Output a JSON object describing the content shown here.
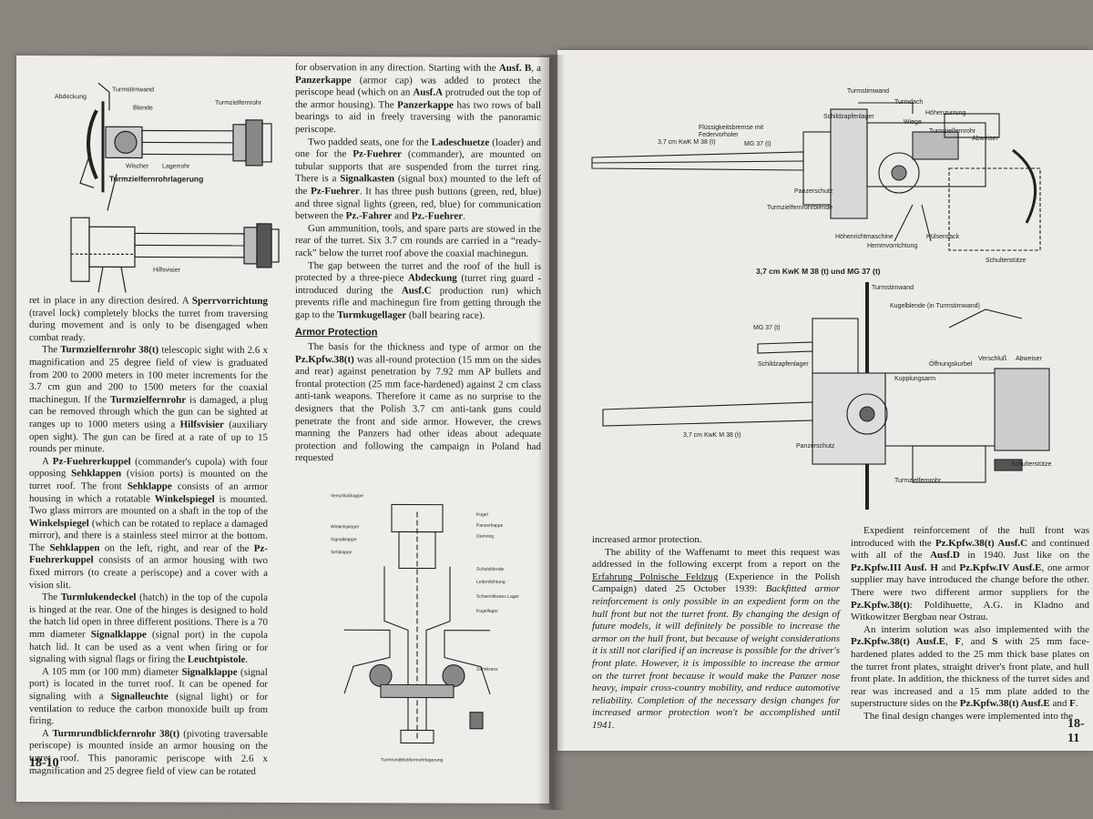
{
  "left": {
    "page_number": "18-10",
    "fig1_title": "Turmzielfernrohrlagerung",
    "fig1_labels": [
      "Abdeckung",
      "Turmstirnwand",
      "Turmzielfernrohr",
      "Blende",
      "Wischer",
      "Lagerrohr",
      "Hilfsvisier"
    ],
    "col1": [
      {
        "parts": [
          {
            "t": "ret in place in any direction desired.  A "
          },
          {
            "b": "Sperrvorrichtung"
          },
          {
            "t": " (travel lock) completely blocks the turret from traversing during movement and is only to be disengaged when combat ready."
          }
        ],
        "noind": true
      },
      {
        "parts": [
          {
            "t": "The "
          },
          {
            "b": "Turmzielfernrohr 38(t)"
          },
          {
            "t": " telescopic sight with 2.6 x magnification and 25 degree field of view is graduated from 200 to 2000 meters in 100 meter increments for the 3.7 cm gun and 200 to 1500 meters for the coaxial machinegun.  If the "
          },
          {
            "b": "Turmzielfernrohr"
          },
          {
            "t": " is damaged, a plug can be removed through which the gun can be sighted at ranges up to 1000 meters using a "
          },
          {
            "b": "Hilfsvisier"
          },
          {
            "t": " (auxiliary open sight). The gun can be fired at a rate of up to 15 rounds per minute."
          }
        ]
      },
      {
        "parts": [
          {
            "t": "A "
          },
          {
            "b": "Pz-Fuehrerkuppel"
          },
          {
            "t": " (commander's cupola) with four opposing "
          },
          {
            "b": "Sehklappen"
          },
          {
            "t": " (vision ports) is mounted on the turret roof. The front "
          },
          {
            "b": "Sehklappe"
          },
          {
            "t": " consists of an armor housing in which a rotatable "
          },
          {
            "b": "Winkelspiegel"
          },
          {
            "t": " is mounted.  Two glass mirrors are mounted on a shaft in the top of the "
          },
          {
            "b": "Winkelspiegel"
          },
          {
            "t": " (which can be rotated to replace a damaged mirror), and there is a stainless steel mirror at the bottom. The "
          },
          {
            "b": "Sehklappen"
          },
          {
            "t": " on the left, right, and rear of the "
          },
          {
            "b": "Pz-Fuehrerkuppel"
          },
          {
            "t": " consists of an armor housing with two fixed mirrors (to create a periscope) and a cover with a vision slit."
          }
        ]
      },
      {
        "parts": [
          {
            "t": "The "
          },
          {
            "b": "Turmlukendeckel"
          },
          {
            "t": " (hatch) in the top of the cupola is hinged at the rear.  One of the hinges is designed to hold the hatch lid open in three different positions.  There is a 70 mm diameter "
          },
          {
            "b": "Signalklappe"
          },
          {
            "t": " (signal port) in the cupola hatch lid.  It can be used as a vent when firing or for signaling with signal flags or firing the "
          },
          {
            "b": "Leuchtpistole"
          },
          {
            "t": "."
          }
        ]
      },
      {
        "parts": [
          {
            "t": "A 105 mm (or 100 mm) diameter "
          },
          {
            "b": "Signalklappe"
          },
          {
            "t": " (signal port) is located in the turret roof.  It can be opened for signaling with a "
          },
          {
            "b": "Signalleuchte"
          },
          {
            "t": " (signal light) or for ventilation to reduce the carbon monoxide built up from firing."
          }
        ]
      },
      {
        "parts": [
          {
            "t": "A "
          },
          {
            "b": "Turmrundblickfernrohr 38(t)"
          },
          {
            "t": " (pivoting traversable periscope) is mounted inside an armor housing on the turret roof.  This panoramic periscope with 2.6 x magnification and 25 degree field of view can be rotated"
          }
        ]
      }
    ],
    "col2": [
      {
        "parts": [
          {
            "t": "for observation in any direction.  Starting with the "
          },
          {
            "b": "Ausf. B"
          },
          {
            "t": ", a "
          },
          {
            "b": "Panzerkappe"
          },
          {
            "t": " (armor cap) was added to protect the periscope head (which on an "
          },
          {
            "b": "Ausf.A"
          },
          {
            "t": " protruded out the top of the armor housing). The "
          },
          {
            "b": "Panzerkappe"
          },
          {
            "t": " has two rows of ball bearings to aid in freely traversing with the panoramic periscope."
          }
        ],
        "noind": true
      },
      {
        "parts": [
          {
            "t": "Two padded seats, one for the "
          },
          {
            "b": "Ladeschuetze"
          },
          {
            "t": " (loader) and one for the "
          },
          {
            "b": "Pz-Fuehrer"
          },
          {
            "t": " (commander), are mounted on tubular supports that are suspended from the turret ring. There is a "
          },
          {
            "b": "Signalkasten"
          },
          {
            "t": " (signal box) mounted to the left of the "
          },
          {
            "b": "Pz-Fuehrer"
          },
          {
            "t": ".  It has three push buttons (green, red, blue) and three signal lights (green, red, blue) for communication between the "
          },
          {
            "b": "Pz.-Fahrer"
          },
          {
            "t": " and "
          },
          {
            "b": "Pz.-Fuehrer"
          },
          {
            "t": "."
          }
        ]
      },
      {
        "parts": [
          {
            "t": "Gun ammunition, tools, and spare parts are stowed in the rear of the turret.  Six 3.7 cm rounds are carried in a “ready-rack” below the turret roof above the coaxial machinegun."
          }
        ]
      },
      {
        "parts": [
          {
            "t": "The gap between the turret and the roof of the hull is protected by a three-piece "
          },
          {
            "b": "Abdeckung"
          },
          {
            "t": " (turret ring guard - introduced during the "
          },
          {
            "b": "Ausf.C"
          },
          {
            "t": " production run) which prevents rifle and machinegun fire from getting through the gap to the "
          },
          {
            "b": "Turmkugellager"
          },
          {
            "t": " (ball bearing race)."
          }
        ]
      },
      {
        "head": "Armor Protection"
      },
      {
        "parts": [
          {
            "t": "The basis for the thickness and type of armor on the "
          },
          {
            "b": "Pz.Kpfw.38(t)"
          },
          {
            "t": " was all-round protection (15 mm on the sides and rear) against penetration by 7.92 mm AP bullets and frontal protection (25 mm face-hardened) against 2 cm class anti-tank weapons.  Therefore it came as no surprise to the designers that the Polish 3.7 cm anti-tank guns could penetrate the front and side armor.  However, the crews manning the Panzers had other ideas about adequate protection and following the campaign in Poland had requested"
          }
        ]
      }
    ],
    "fig2_labels": [
      "Verschlußkappe",
      "Winkelspiegel",
      "Signalklappe",
      "Sehklappe",
      "Kugel",
      "Panzerkappe",
      "Drehring",
      "Lederdichtung",
      "Schutzblende",
      "Schwenkbares Lager",
      "Kugellager",
      "Zahnkranz",
      "Turmrundblickfernrohrlagerung"
    ]
  },
  "right": {
    "page_number": "18-11",
    "fig3_title": "3,7 cm KwK M 38 (t) und MG 37 (t)",
    "fig3_labels": [
      "Turmstirnwand",
      "Turmdach",
      "Höhenzurrung",
      "Schildzapfenlager",
      "Wiege",
      "Turmzielfernrohr",
      "Abweiser",
      "Flüssigkeitsbremse mit Federvorholer",
      "MG 37 (t)",
      "3,7 cm KwK M 38 (t)",
      "Panzerschutz",
      "Turmzielfernrohrblende",
      "Höhenrichtmaschine",
      "Hemmvorrichtung",
      "Hülsensack",
      "Schulterstütze"
    ],
    "fig4_labels": [
      "Turmstirnwand",
      "Kugelblende (in Turmstirnwand)",
      "MG 37 (t)",
      "Schildzapfenlager",
      "Öffnungskurbel",
      "Verschluß",
      "Abweiser",
      "Kupplungsarm",
      "3,7 cm KwK M 38 (t)",
      "Panzerschutz",
      "Turmzielfernrohr",
      "Schulterstütze"
    ],
    "col1": [
      {
        "parts": [
          {
            "t": "increased armor protection."
          }
        ],
        "noind": true
      },
      {
        "parts": [
          {
            "t": "The ability of the Waffenamt to meet this request was addressed in the following excerpt from a report on the "
          },
          {
            "u": "Erfahrung Polnische Feldzug"
          },
          {
            "t": " (Experience in the Polish Campaign) dated 25 October 1939: "
          },
          {
            "i": "Backfitted armor reinforcement is only possible in an expedient form on the hull front but not the turret front.  By changing the design of future models, it will definitely be possible to increase the armor on the hull front, but because of weight considerations it is still not clarified if an increase is possible for the driver's front plate.  However, it is impossible to increase the armor on the turret front because it would make the Panzer nose heavy, impair cross-country mobility, and reduce automotive reliability.  Completion of the necessary design changes for increased armor protection won't be accomplished until 1941."
          }
        ]
      }
    ],
    "col2": [
      {
        "parts": [
          {
            "t": "Expedient reinforcement of the hull front was introduced with the "
          },
          {
            "b": "Pz.Kpfw.38(t) Ausf.C"
          },
          {
            "t": " and continued with all of the "
          },
          {
            "b": "Ausf.D"
          },
          {
            "t": " in 1940.  Just like on the "
          },
          {
            "b": "Pz.Kpfw.III Ausf. H"
          },
          {
            "t": " and "
          },
          {
            "b": "Pz.Kpfw.IV Ausf.E"
          },
          {
            "t": ", one armor supplier may have introduced the change before the other.  There were two different armor suppliers for the "
          },
          {
            "b": "Pz.Kpfw.38(t)"
          },
          {
            "t": ": Poldihuette, A.G. in Kladno and Witkowitzer Bergbau near Ostrau."
          }
        ]
      },
      {
        "parts": [
          {
            "t": "An interim solution was also implemented with the "
          },
          {
            "b": "Pz.Kpfw.38(t) Ausf.E"
          },
          {
            "t": ", "
          },
          {
            "b": "F"
          },
          {
            "t": ", and "
          },
          {
            "b": "S"
          },
          {
            "t": " with 25 mm face-hardened plates added to the 25 mm thick base plates on the turret front plates, straight driver's front plate, and hull front plate. In addition, the thickness of the turret sides and rear was increased and a 15 mm plate added to the superstructure sides on the "
          },
          {
            "b": "Pz.Kpfw.38(t) Ausf.E"
          },
          {
            "t": " and "
          },
          {
            "b": "F"
          },
          {
            "t": "."
          }
        ]
      },
      {
        "parts": [
          {
            "t": "The final design changes were implemented into the"
          }
        ]
      }
    ]
  }
}
